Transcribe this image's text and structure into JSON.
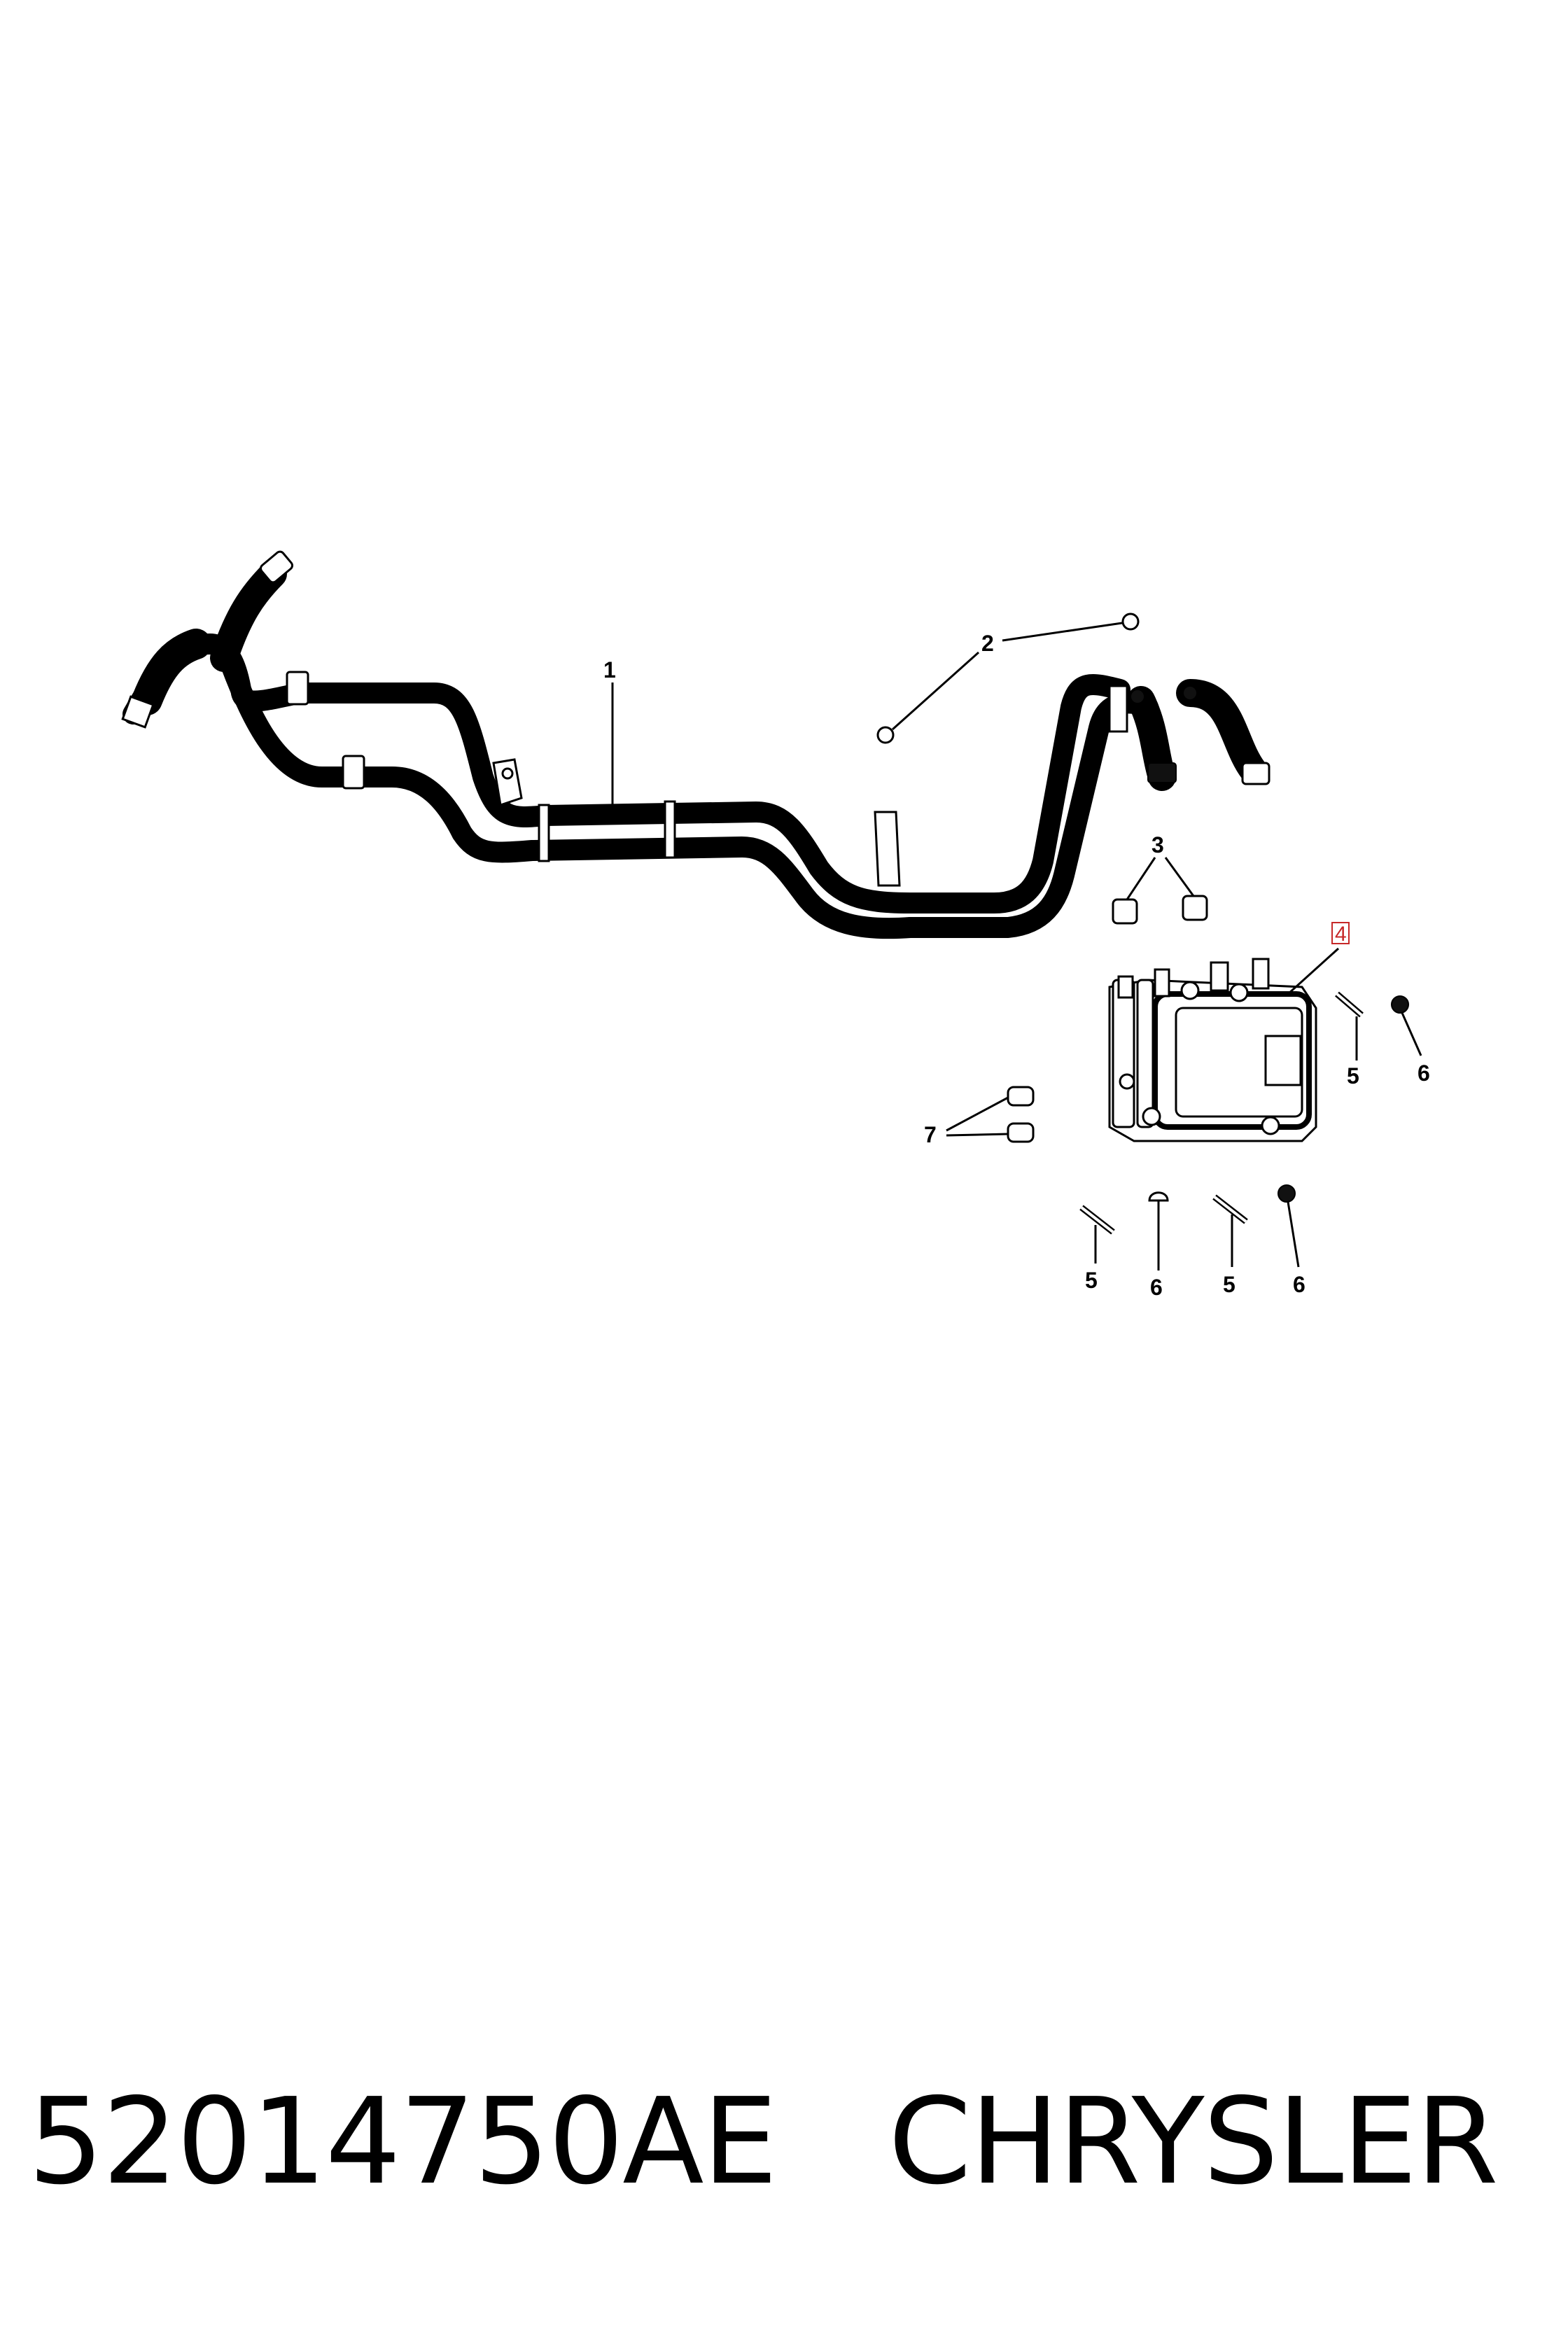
{
  "callouts": {
    "c1": "1",
    "c2": "2",
    "c3": "3",
    "c4": "4",
    "c5a": "5",
    "c5b": "5",
    "c5c": "5",
    "c6a": "6",
    "c6b": "6",
    "c6c": "6",
    "c7": "7"
  },
  "caption": {
    "part_number": "52014750AE",
    "brand": "CHRYSLER"
  },
  "colors": {
    "line": "#000000",
    "highlight": "#c62828",
    "background": "#ffffff"
  }
}
